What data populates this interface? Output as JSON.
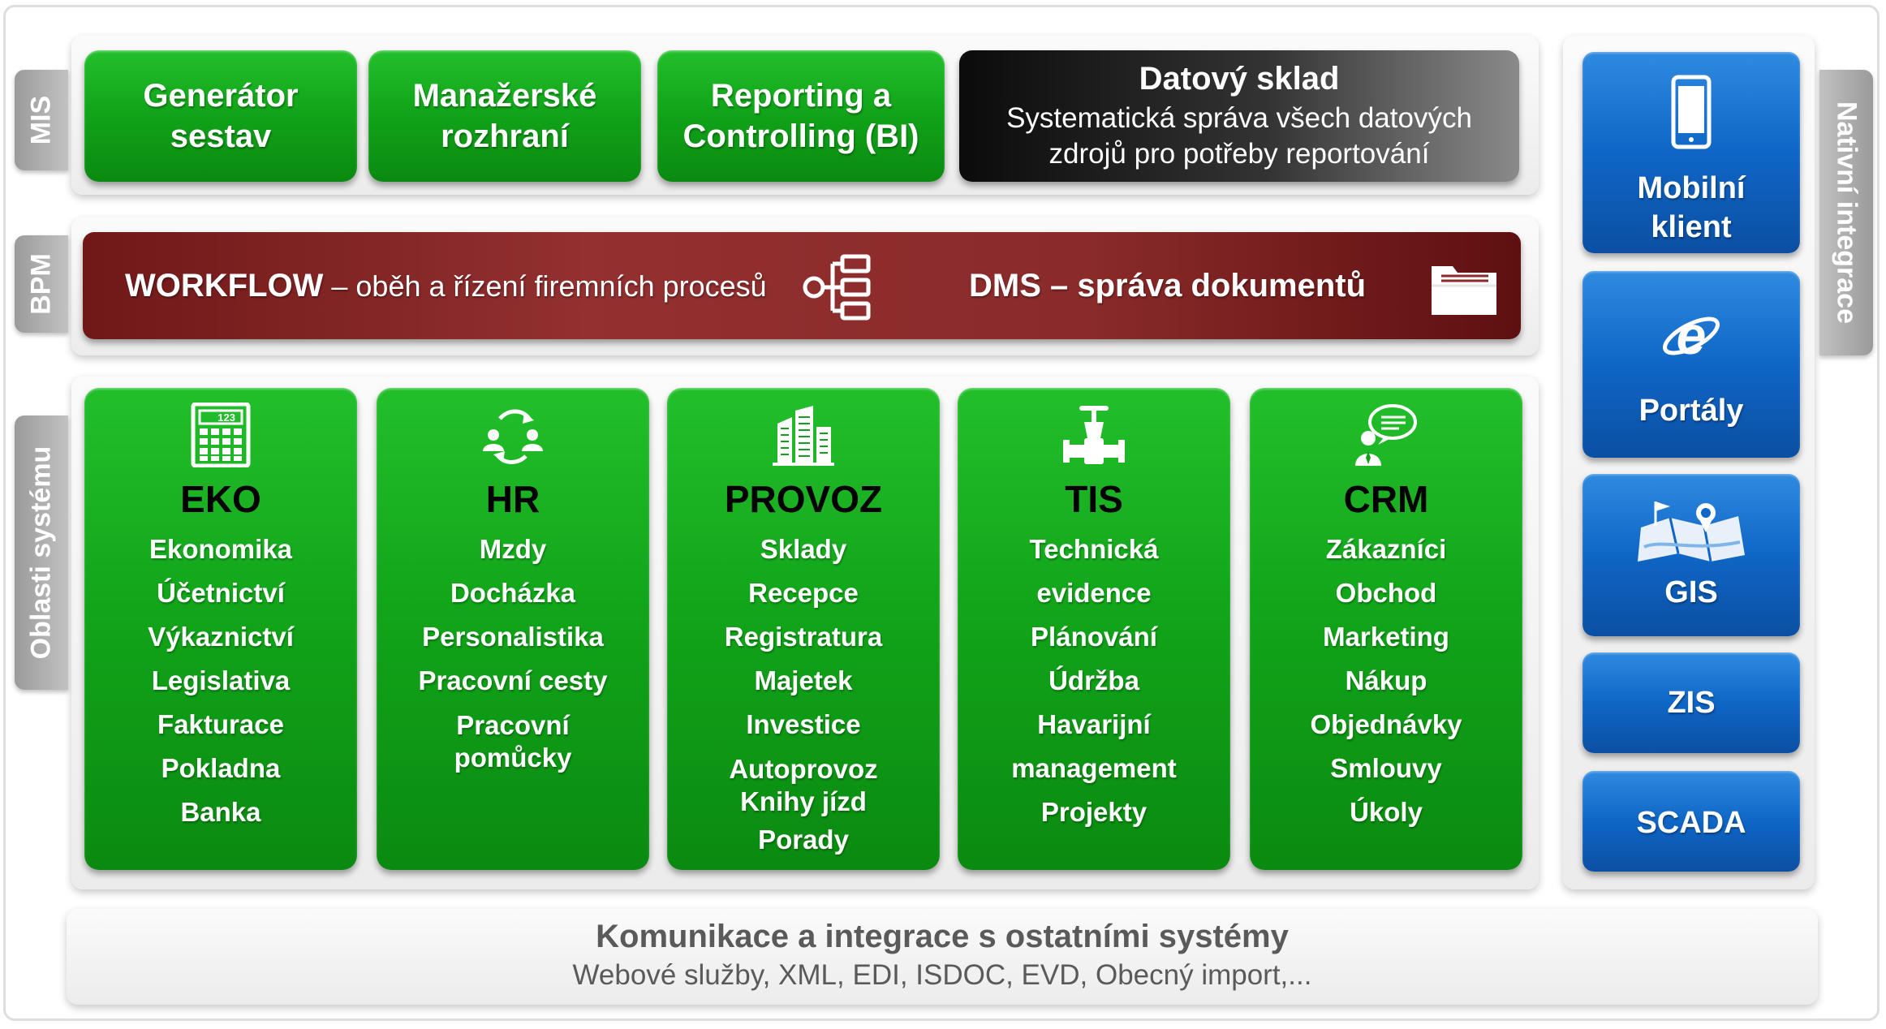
{
  "side_labels": {
    "mis": "MIS",
    "bpm": "BPM",
    "oblasti": "Oblasti systému",
    "nativni": "Nativní integrace"
  },
  "mis": {
    "generator": [
      "Generátor",
      "sestav"
    ],
    "manazerske": [
      "Manažerské",
      "rozhraní"
    ],
    "reporting": [
      "Reporting a",
      "Controlling (BI)"
    ],
    "datovy_sklad": {
      "title": "Datový sklad",
      "lines": [
        "Systematická správa všech datových",
        "zdrojů pro potřeby reportování"
      ]
    }
  },
  "bpm": {
    "workflow_bold": "WORKFLOW",
    "workflow_rest": " – oběh a řízení firemních procesů",
    "dms": "DMS – správa dokumentů"
  },
  "areas": [
    {
      "title": "EKO",
      "icon": "calculator-icon",
      "icon_text": "123",
      "items": [
        "Ekonomika",
        "Účetnictví",
        "Výkaznictví",
        "Legislativa",
        "Fakturace",
        "Pokladna",
        "Banka"
      ]
    },
    {
      "title": "HR",
      "icon": "people-exchange-icon",
      "items": [
        "Mzdy",
        "Docházka",
        "Personalistika",
        "Pracovní cesty"
      ],
      "wrapped_item": [
        "Pracovní",
        "pomůcky"
      ]
    },
    {
      "title": "PROVOZ",
      "icon": "buildings-icon",
      "items": [
        "Sklady",
        "Recepce",
        "Registratura",
        "Majetek",
        "Investice"
      ],
      "wrapped_item": [
        "Autoprovoz",
        "Knihy jízd"
      ],
      "last_item": "Porady"
    },
    {
      "title": "TIS",
      "icon": "valve-icon",
      "items": [
        "Technická",
        "evidence",
        "Plánování",
        "Údržba",
        "Havarijní",
        "management",
        "Projekty"
      ]
    },
    {
      "title": "CRM",
      "icon": "customer-chat-icon",
      "items": [
        "Zákazníci",
        "Obchod",
        "Marketing",
        "Nákup",
        "Objednávky",
        "Smlouvy",
        "Úkoly"
      ]
    }
  ],
  "integrations": [
    {
      "label": [
        "Mobilní",
        "klient"
      ],
      "icon": "mobile-phone-icon"
    },
    {
      "label": [
        "Portály"
      ],
      "icon": "internet-explorer-icon",
      "icon_text": "e"
    },
    {
      "label": [
        "GIS"
      ],
      "icon": "map-icon"
    },
    {
      "label": [
        "ZIS"
      ]
    },
    {
      "label": [
        "SCADA"
      ]
    }
  ],
  "footer": {
    "title": "Komunikace a integrace s ostatními systémy",
    "subtitle": "Webové služby, XML, EDI, ISDOC, EVD, Obecný import,..."
  }
}
